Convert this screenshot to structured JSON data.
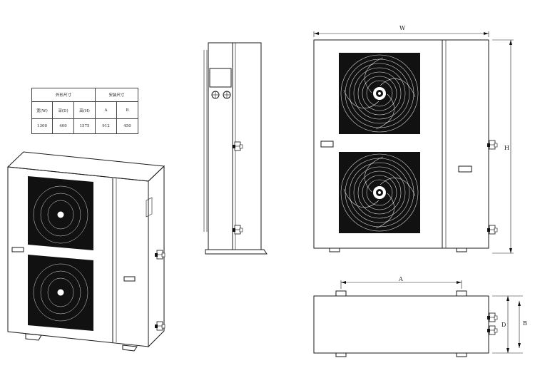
{
  "spec_table": {
    "header_outline": "外形尺寸",
    "header_install": "安装尺寸",
    "columns": [
      "宽(W)",
      "深(D)",
      "高(H)",
      "A",
      "B"
    ],
    "values": [
      "1300",
      "400",
      "1575",
      "912",
      "450"
    ]
  },
  "dimension_labels": {
    "W": "W",
    "H": "H",
    "A": "A",
    "B": "B",
    "D": "D"
  }
}
